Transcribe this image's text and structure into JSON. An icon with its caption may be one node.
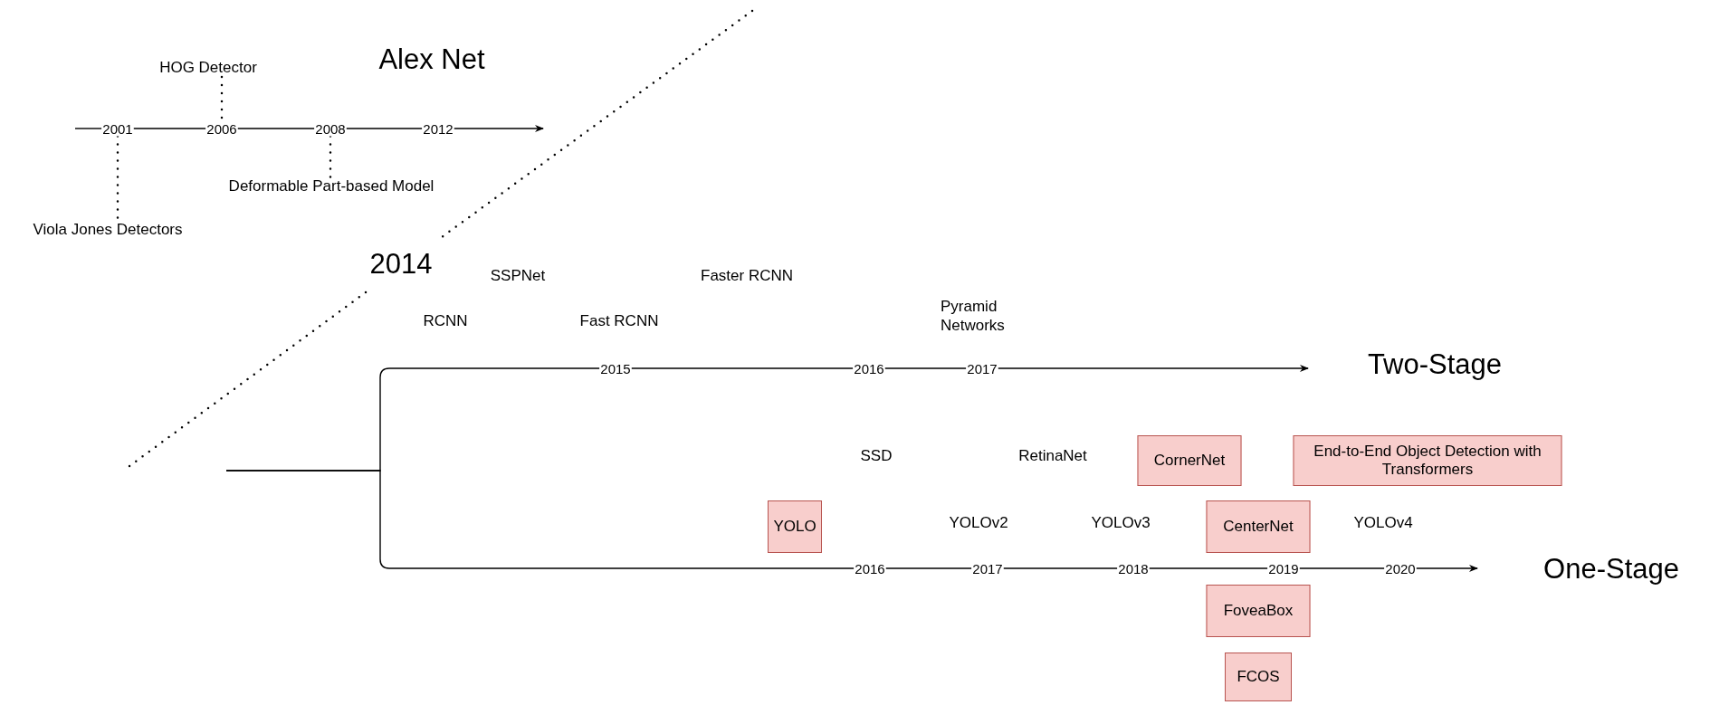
{
  "diagram": {
    "nodes": [
      {
        "text": [
          "HOG Detector"
        ]
      },
      {
        "text": [
          "2001"
        ]
      },
      {
        "text": [
          "2006"
        ]
      },
      {
        "text": [
          "2008"
        ]
      },
      {
        "text": [
          "2012"
        ]
      },
      {
        "text": [
          "Deformable Part-based Model"
        ]
      },
      {
        "text": [
          "Viola Jones Detectors"
        ]
      },
      {
        "text": [
          "2015"
        ]
      },
      {
        "text": [
          "2016"
        ]
      },
      {
        "text": [
          "2017"
        ]
      },
      {
        "text": [
          "CornerNet"
        ]
      },
      {
        "text": [
          "End-to-End Object Detection with Transformers"
        ]
      },
      {
        "text": [
          "YOLO"
        ]
      },
      {
        "text": [
          "CenterNet"
        ]
      },
      {
        "text": [
          "2016"
        ]
      },
      {
        "text": [
          "2017"
        ]
      },
      {
        "text": [
          "2018"
        ]
      },
      {
        "text": [
          "2019"
        ]
      },
      {
        "text": [
          "2020"
        ]
      },
      {
        "text": [
          "FoveaBox"
        ]
      },
      {
        "text": [
          "FCOS"
        ]
      }
    ],
    "edges": [
      {
        "from": null,
        "to": 1,
        "arrow": "none"
      },
      {
        "from": 1,
        "to": 2,
        "arrow": "none"
      },
      {
        "from": 2,
        "to": 3,
        "arrow": "none"
      },
      {
        "from": 3,
        "to": 4,
        "arrow": "none"
      },
      {
        "from": 4,
        "to": null,
        "arrow": "to"
      },
      {
        "from": 0,
        "to": 2,
        "arrow": "none",
        "style": "dashed"
      },
      {
        "from": 1,
        "to": 6,
        "arrow": "none",
        "style": "dashed"
      },
      {
        "from": 3,
        "to": 5,
        "arrow": "none",
        "style": "dashed"
      },
      {
        "from": null,
        "to": 7,
        "arrow": "none"
      },
      {
        "from": null,
        "to": 14,
        "arrow": "none"
      },
      {
        "from": 7,
        "to": 8,
        "arrow": "none"
      },
      {
        "from": 8,
        "to": 9,
        "arrow": "none"
      },
      {
        "from": 9,
        "to": null,
        "arrow": "to"
      },
      {
        "from": 14,
        "to": 15,
        "arrow": "none"
      },
      {
        "from": 15,
        "to": 16,
        "arrow": "none"
      },
      {
        "from": 16,
        "to": 17,
        "arrow": "none"
      },
      {
        "from": 17,
        "to": 18,
        "arrow": "none"
      },
      {
        "from": 18,
        "to": null,
        "arrow": "to"
      }
    ],
    "labels": [
      "Alex Net",
      "2014",
      "SSPNet",
      "Faster RCNN",
      "RCNN",
      "Fast RCNN",
      "Pyramid Networks",
      "Two-Stage",
      "SSD",
      "RetinaNet",
      "YOLOv2",
      "YOLOv3",
      "YOLOv4",
      "One-Stage"
    ]
  }
}
